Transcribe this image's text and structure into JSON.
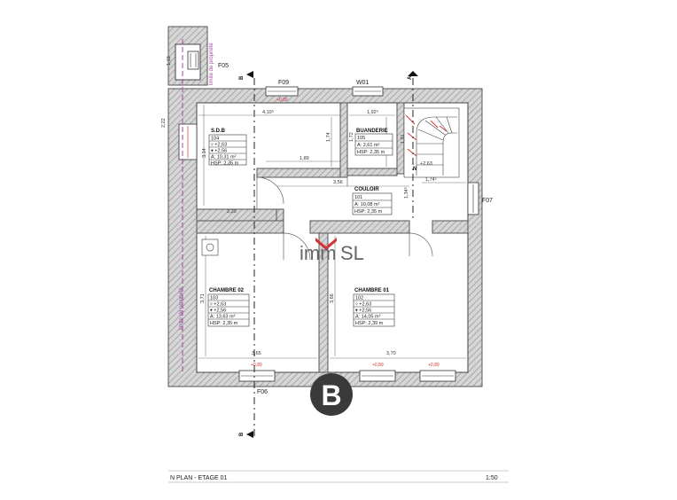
{
  "plan": {
    "title": "N PLAN - ETAGE 01",
    "scale": "1:50",
    "watermark": {
      "prefix": "imm",
      "suffix": "SL",
      "badge": "B"
    },
    "section_marks": {
      "left_top": "B",
      "left_bottom": "B",
      "right_top": "A"
    },
    "property_limit": "limite de propriété",
    "openings": {
      "F05": "F05",
      "F09": "F09",
      "W01": "W01",
      "F07": "F07",
      "F06": "F06"
    },
    "rooms": [
      {
        "id": "sdb",
        "name": "S.D.B",
        "number": "104",
        "floor": "+2,63",
        "ceil": "+2,56",
        "area": "A:   10,31 m²",
        "hsp": "HSP: 2,35 m"
      },
      {
        "id": "buanderie",
        "name": "BUANDERIE",
        "number": "105",
        "area": "A:   2,61 m²",
        "hsp": "HSP: 2,35 m"
      },
      {
        "id": "couloir",
        "name": "COULOIR",
        "number": "101",
        "area": "A:   10,08 m²",
        "hsp": "HSP: 2,35 m"
      },
      {
        "id": "chambre02",
        "name": "CHAMBRE 02",
        "number": "103",
        "floor": "+2,63",
        "ceil": "+2,56",
        "area": "A:   13,63 m²",
        "hsp": "HSP: 2,35 m"
      },
      {
        "id": "chambre01",
        "name": "CHAMBRE 01",
        "number": "102",
        "floor": "+2,63",
        "ceil": "+2,56",
        "area": "A:   14,05 m²",
        "hsp": "HSP: 2,39 m"
      }
    ],
    "dims": {
      "top_sdb": "4,10⁵",
      "top_buan": "1,92⁵",
      "sdb_h": "1,74",
      "buan_h": "1,72",
      "stair_h": "1,91",
      "mid_189": "1,89",
      "couloir_w": "3,56",
      "couloir_r": "1,74⁵",
      "stair_134": "1,34⁵",
      "left_222": "2,22",
      "left_314": "3,14",
      "door_220": "2,20",
      "ch2_h": "3,71",
      "ch1_h": "3,66",
      "ch2_w": "3,65",
      "ch1_w": "3,70",
      "top_112": "1,12"
    },
    "stair_label": "N",
    "stair_value": "+2,63",
    "red_marks": [
      "+0,89",
      "+0,89",
      "+0,89",
      "+0,89"
    ]
  }
}
